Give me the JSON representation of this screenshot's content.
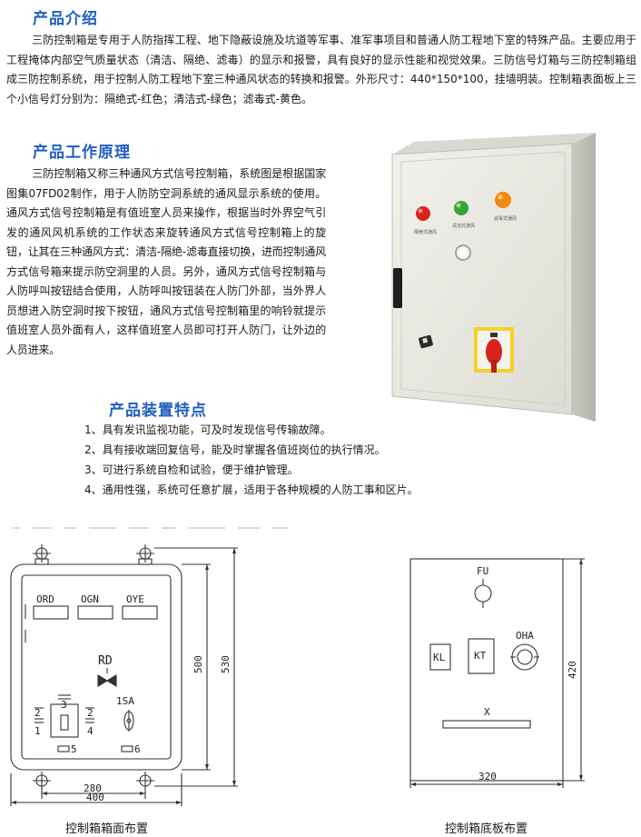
{
  "intro": {
    "title": "产品介绍",
    "body": "三防控制箱是专用于人防指挥工程、地下隐蔽设施及坑道等军事、准军事项目和普通人防工程地下室的特殊产品。主要应用于工程掩体内部空气质量状态（清洁、隔绝、滤毒）的显示和报警，具有良好的显示性能和视觉效果。三防信号灯箱与三防控制箱组成三防控制系统，用于控制人防工程地下室三种通风状态的转换和报警。外形尺寸：440*150*100，挂墙明装。控制箱表面板上三个小信号灯分别为：隔绝式-红色；清洁式-绿色；滤毒式-黄色。"
  },
  "working": {
    "title": "产品工作原理",
    "body": "三防控制箱又称三种通风方式信号控制箱，系统图是根据国家图集07FD02制作，用于人防防空洞系统的通风显示系统的使用。通风方式信号控制箱是有值班室人员来操作，根据当时外界空气引发的通风风机系统的工作状态来旋转通风方式信号控制箱上的旋钮，让其在三种通风方式：清洁-隔绝-滤毒直接切换，进而控制通风方式信号箱来提示防空洞里的人员。另外，通风方式信号控制箱与人防呼叫按钮结合使用，人防呼叫按钮装在人防门外部，当外界人员想进入防空洞时按下按钮，通风方式信号控制箱里的响铃就提示值班室人员外面有人，这样值班室人员即可打开人防门，让外边的人员进来。"
  },
  "features": {
    "title": "产品装置特点",
    "items": [
      "1、具有发讯监视功能，可及时发现信号传输故障。",
      "2、具有接收端回复信号，能及时掌握各值班岗位的执行情况。",
      "3、可进行系统自检和试验，便于维护管理。",
      "4、通用性强，系统可任意扩展，适用于各种规模的人防工事和区片。"
    ]
  },
  "photo": {
    "lamp_red_label": "隔绝式通风",
    "lamp_green_label": "清洁式通风",
    "lamp_yellow_label": "滤毒式通风",
    "colors": {
      "red": "#d8231c",
      "green": "#3aa334",
      "yellow": "#f28a10",
      "box": "#e9e9e2"
    }
  },
  "front_drawing": {
    "lamp_labels": [
      "ORD",
      "OGN",
      "OYE"
    ],
    "bell_label": "RD",
    "switch_label": "1SA",
    "switch_positions": [
      "1",
      "2",
      "3",
      "4",
      "2"
    ],
    "marker_5": "5",
    "marker_6": "6",
    "dim_height_inner": "500",
    "dim_height_outer": "530",
    "dim_width_inner": "280",
    "dim_width_outer": "400",
    "caption": "控制箱箱面布置"
  },
  "back_drawing": {
    "fuse_label": "FU",
    "buzzer_label": "OHA",
    "kl_label": "KL",
    "kt_label": "KT",
    "terminal_label": "X",
    "dim_height": "420",
    "dim_width": "320",
    "caption": "控制箱底板布置"
  }
}
